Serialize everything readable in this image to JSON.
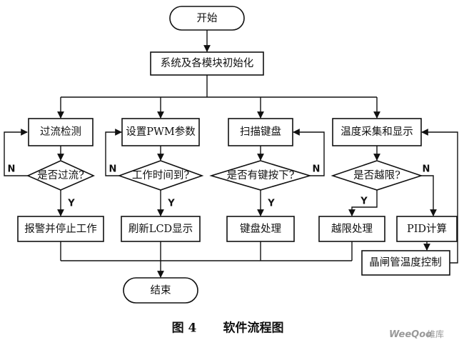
{
  "diagram": {
    "start": "开始",
    "init": "系统及各模块初始化",
    "columns": [
      {
        "process": "过流检测",
        "decision": "是否过流?",
        "action": "报警并停止工作"
      },
      {
        "process": "设置PWM参数",
        "decision": "工作时间到?",
        "action": "刷新LCD显示"
      },
      {
        "process": "扫描键盘",
        "decision": "是否有键按下?",
        "action": "键盘处理"
      },
      {
        "process": "温度采集和显示",
        "decision": "是否越限?",
        "action_yes": "越限处理",
        "action_no": "PID计算",
        "control": "晶闸管温度控制"
      }
    ],
    "yes_label": "Y",
    "no_label": "N",
    "end": "结束"
  },
  "caption": {
    "figure_no": "图 4",
    "title": "软件流程图"
  },
  "watermark": {
    "brand": "WeeQoo",
    "suffix": "维库"
  }
}
